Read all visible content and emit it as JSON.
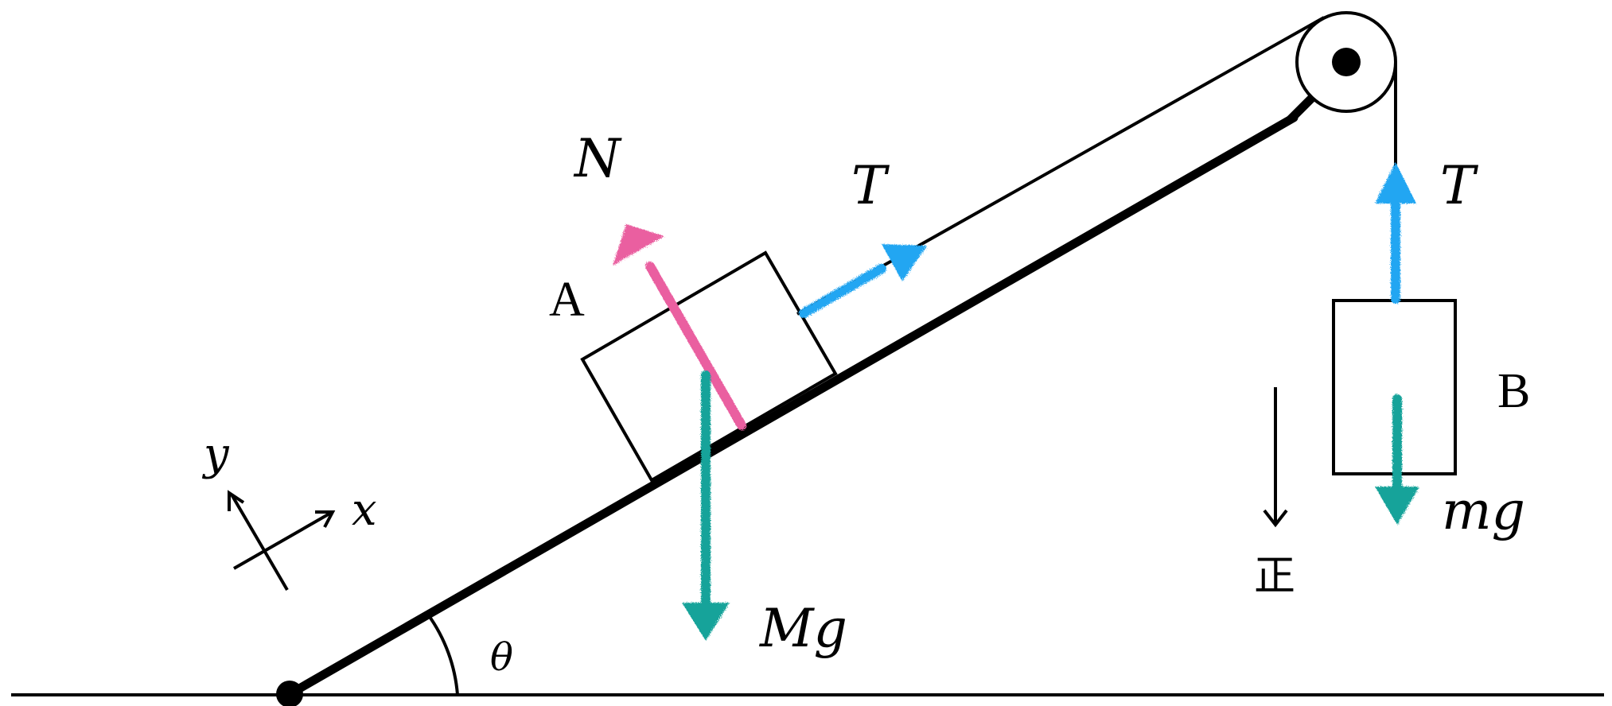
{
  "labels": {
    "block_a": "A",
    "block_b": "B",
    "normal_force": "N",
    "tension_a": "T",
    "tension_b": "T",
    "weight_a": "Mg",
    "weight_b": "mg",
    "angle": "θ",
    "axis_x": "x",
    "axis_y": "y",
    "positive_direction": "正"
  },
  "colors": {
    "normal_force": "#ea5fa0",
    "tension": "#22a6f2",
    "gravity": "#16a39a",
    "lines": "#000000"
  }
}
